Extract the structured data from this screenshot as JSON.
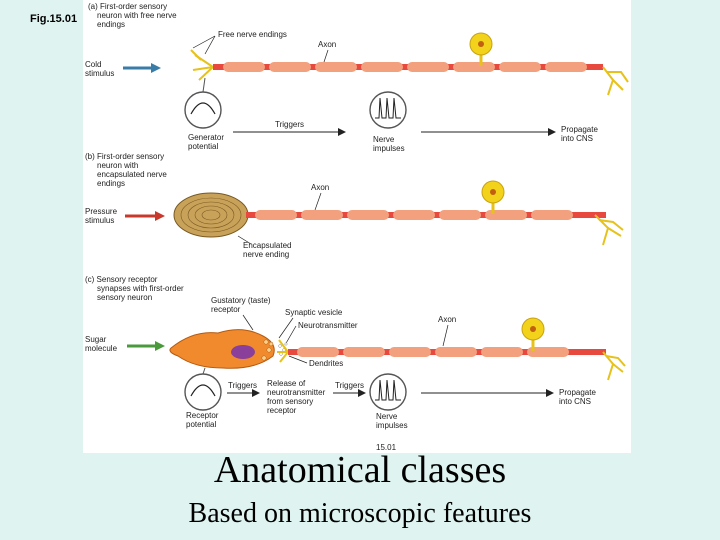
{
  "figure_label": "Fig.15.01",
  "panel_a": {
    "heading": [
      "(a) First-order sensory",
      "neuron with free nerve",
      "endings"
    ],
    "free_nerve_endings": "Free nerve endings",
    "axon": "Axon",
    "stimulus": [
      "Cold",
      "stimulus"
    ],
    "generator": [
      "Generator",
      "potential"
    ],
    "triggers": "Triggers",
    "nerve_impulses": [
      "Nerve",
      "impulses"
    ],
    "propagate": [
      "Propagate",
      "into CNS"
    ]
  },
  "panel_b": {
    "heading": [
      "(b) First-order sensory",
      "neuron with",
      "encapsulated nerve",
      "endings"
    ],
    "axon": "Axon",
    "stimulus": [
      "Pressure",
      "stimulus"
    ],
    "encapsulated": [
      "Encapsulated",
      "nerve ending"
    ]
  },
  "panel_c": {
    "heading": [
      "(c) Sensory receptor",
      "synapses with first-order",
      "sensory neuron"
    ],
    "gustatory": [
      "Gustatory (taste)",
      "receptor"
    ],
    "synaptic_vesicle": "Synaptic vesicle",
    "neurotransmitter": "Neurotransmitter",
    "axon": "Axon",
    "stimulus": [
      "Sugar",
      "molecule"
    ],
    "dendrites": "Dendrites",
    "triggers_1": "Triggers",
    "release": [
      "Release of",
      "neurotransmitter",
      "from sensory",
      "receptor"
    ],
    "triggers_2": "Triggers",
    "receptor_potential": [
      "Receptor",
      "potential"
    ],
    "nerve_impulses": [
      "Nerve",
      "impulses"
    ],
    "propagate": [
      "Propagate",
      "into CNS"
    ]
  },
  "figure_number": "15.01",
  "title": "Anatomical classes",
  "subtitle": "Based on microscopic features",
  "colors": {
    "background": "#dff4f1",
    "axon": "#e8493e",
    "myelin": "#f2a07e",
    "cell_body": "#f2d21b",
    "cold_arrow": "#3a7ca8",
    "pressure_arrow": "#c8382b",
    "sugar_arrow": "#4a9a3c",
    "receptor_cell": "#f08a2c",
    "nucleus": "#8a3f9a"
  }
}
